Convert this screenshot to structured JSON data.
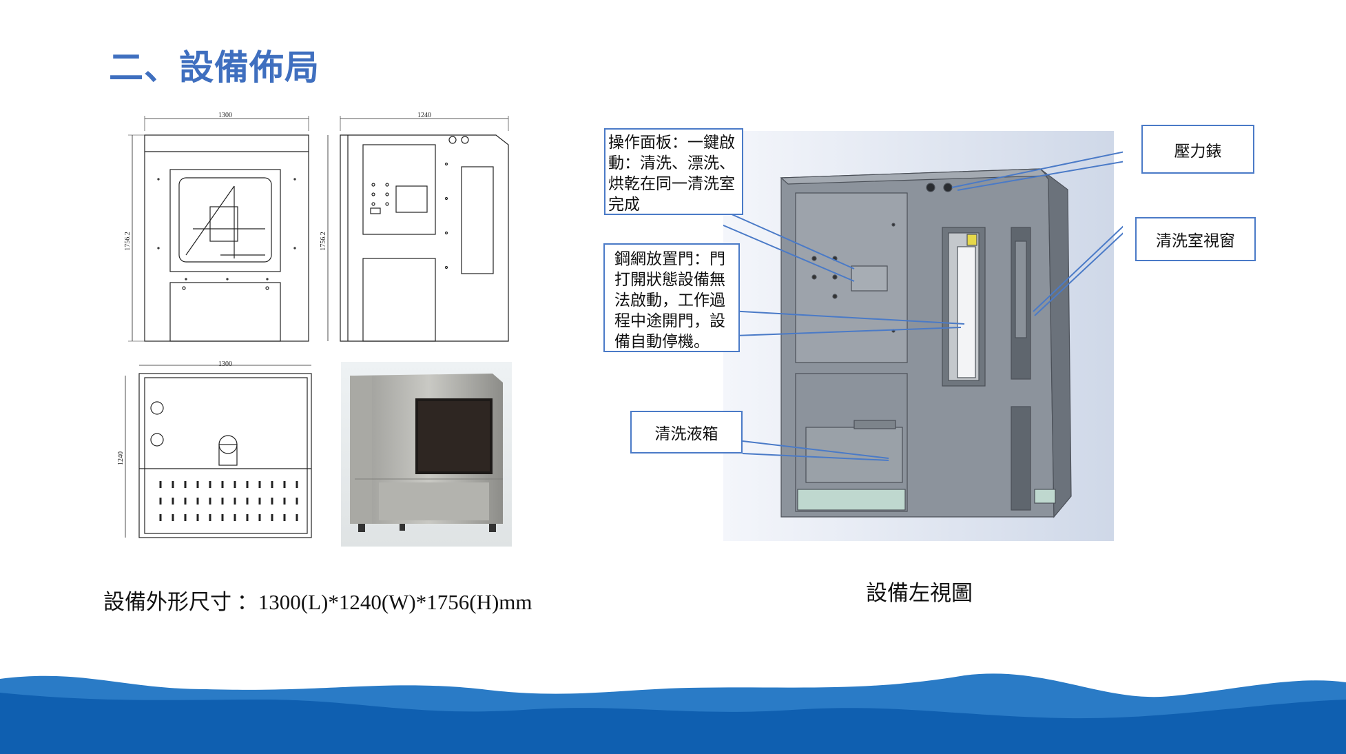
{
  "title": "二、設備佈局",
  "dimension_caption": "設備外形尺寸 ：1300(L)*1240(W)*1756(H)mm",
  "left_view_caption": "設備左視圖",
  "drawings": {
    "front_width": "1300",
    "side_width": "1240",
    "height_front": "1756.2",
    "height_side": "1756.2",
    "top_width": "1300",
    "top_depth": "1240"
  },
  "callouts": {
    "control_panel": "操作面板：一鍵啟動：清洗、漂洗、烘乾在同一清洗室完成",
    "mesh_door": "鋼網放置門：門打開狀態設備無法啟動，工作過程中途開門，設備自動停機。",
    "wash_tank": "清洗液箱",
    "pressure_gauge": "壓力錶",
    "window": "清洗室視窗"
  },
  "colors": {
    "title": "#3f6fbf",
    "callout_border": "#4a7ac7",
    "wave_dark": "#0f5fb0",
    "wave_light": "#2a7bc6"
  }
}
